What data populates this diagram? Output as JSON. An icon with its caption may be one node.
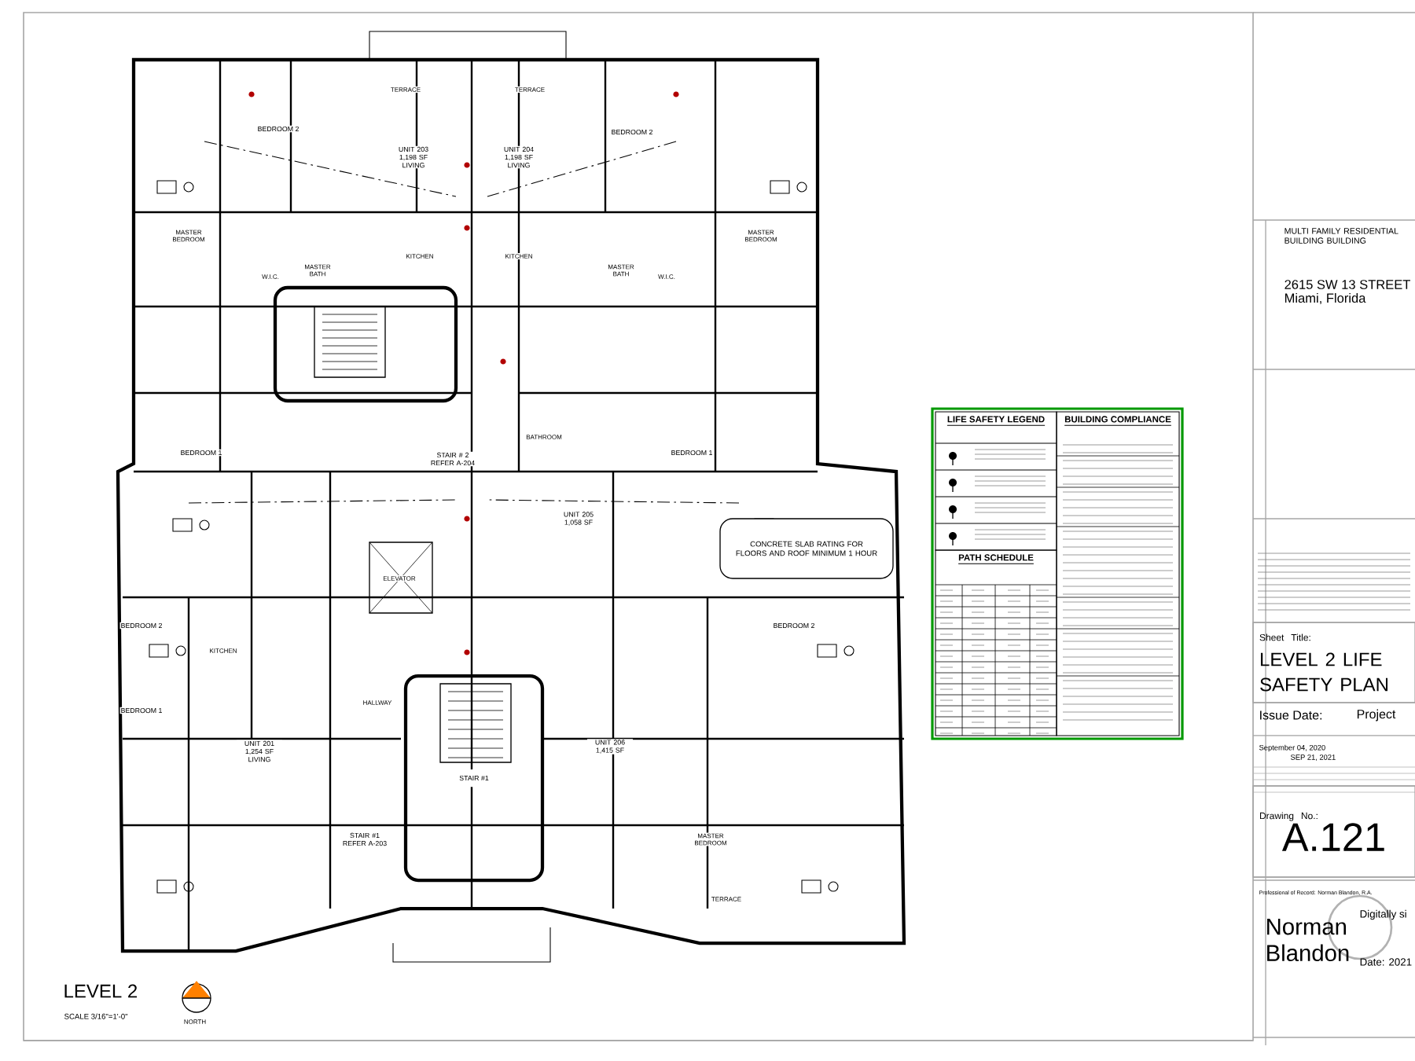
{
  "diagram": {
    "title": "LEVEL 2",
    "nodes": [
      {
        "text": [
          "CONCRETE SLAB RATING FOR FLOORS AND ROOF MINIMUM 1 HOUR"
        ]
      },
      {
        "text": [],
        "shape": "box"
      },
      {
        "text": [
          "STAIR #1"
        ]
      },
      {
        "text": [
          "LIFE SAFETY LEGEND"
        ]
      },
      {
        "text": [
          "PATH SCHEDULE"
        ]
      },
      {
        "text": [
          "BUILDING COMPLIANCE"
        ]
      },
      {
        "text": [
          "Sheet Title:",
          "LEVEL 2 LIFE SAFETY PLAN"
        ]
      },
      {
        "text": [
          "Drawing No.:",
          "A.121"
        ]
      }
    ],
    "labels": [
      "TERRACE",
      "TERRACE",
      "BEDROOM 2",
      "BEDROOM 2",
      "UNIT 203 1,198 SF LIVING",
      "UNIT 204 1,198 SF LIVING",
      "MASTER BEDROOM",
      "MASTER BEDROOM",
      "KITCHEN",
      "KITCHEN",
      "W.I.C.",
      "MASTER BATH",
      "MASTER BATH",
      "W.I.C.",
      "BEDROOM 1",
      "BATHROOM",
      "BEDROOM 1",
      "STAIR # 2 REFER A-204",
      "UNIT 205 1,058 SF",
      "ELEVATOR",
      "BEDROOM 2",
      "KITCHEN",
      "BEDROOM 2",
      "HALLWAY",
      "BEDROOM 1",
      "UNIT 201 1,254 SF LIVING",
      "UNIT 206 1,415 SF",
      "STAIR #1 REFER A-203",
      "MASTER BEDROOM",
      "TERRACE",
      "SCALE 3/16\"=1'-0\"",
      "NORTH",
      "MULTI FAMILY RESIDENTIAL BUILDING BUILDING",
      "2615 SW 13 STREET",
      "Miami, Florida",
      "Issue Date:",
      "Project",
      "September 04, 2020",
      "SEP 21, 2021",
      "Professional of Record: Norman Blandon, R.A.",
      "Norman Blandon",
      "Digitally si",
      "Date: 2021"
    ]
  }
}
